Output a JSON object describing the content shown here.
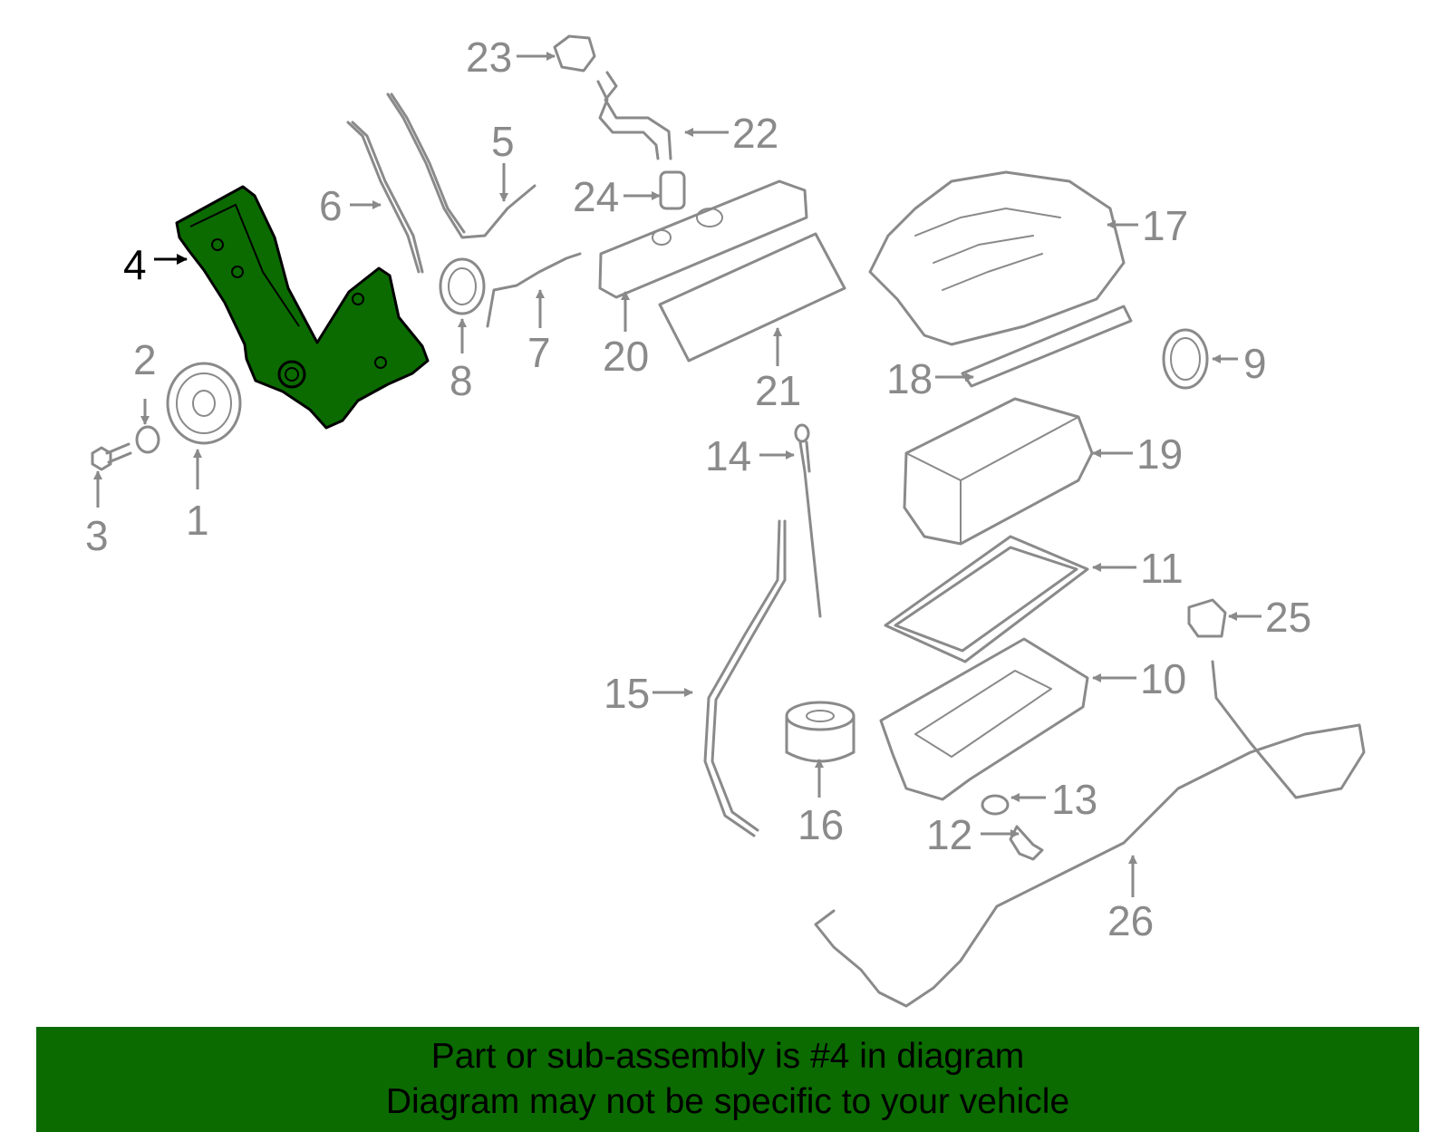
{
  "labels": {
    "l1": "1",
    "l2": "2",
    "l3": "3",
    "l4": "4",
    "l5": "5",
    "l6": "6",
    "l7": "7",
    "l8": "8",
    "l9": "9",
    "l10": "10",
    "l11": "11",
    "l12": "12",
    "l13": "13",
    "l14": "14",
    "l15": "15",
    "l16": "16",
    "l17": "17",
    "l18": "18",
    "l19": "19",
    "l20": "20",
    "l21": "21",
    "l22": "22",
    "l23": "23",
    "l24": "24",
    "l25": "25",
    "l26": "26"
  },
  "highlight": {
    "part_number": "4",
    "color": "#0b6b00"
  },
  "banner": {
    "line1": "Part or sub-assembly is #4 in diagram",
    "line2": "Diagram may not be specific to your vehicle"
  },
  "colors": {
    "outline": "#8a8a8a",
    "highlight_fill": "#0b6b00",
    "banner_bg": "#0b6b00"
  }
}
